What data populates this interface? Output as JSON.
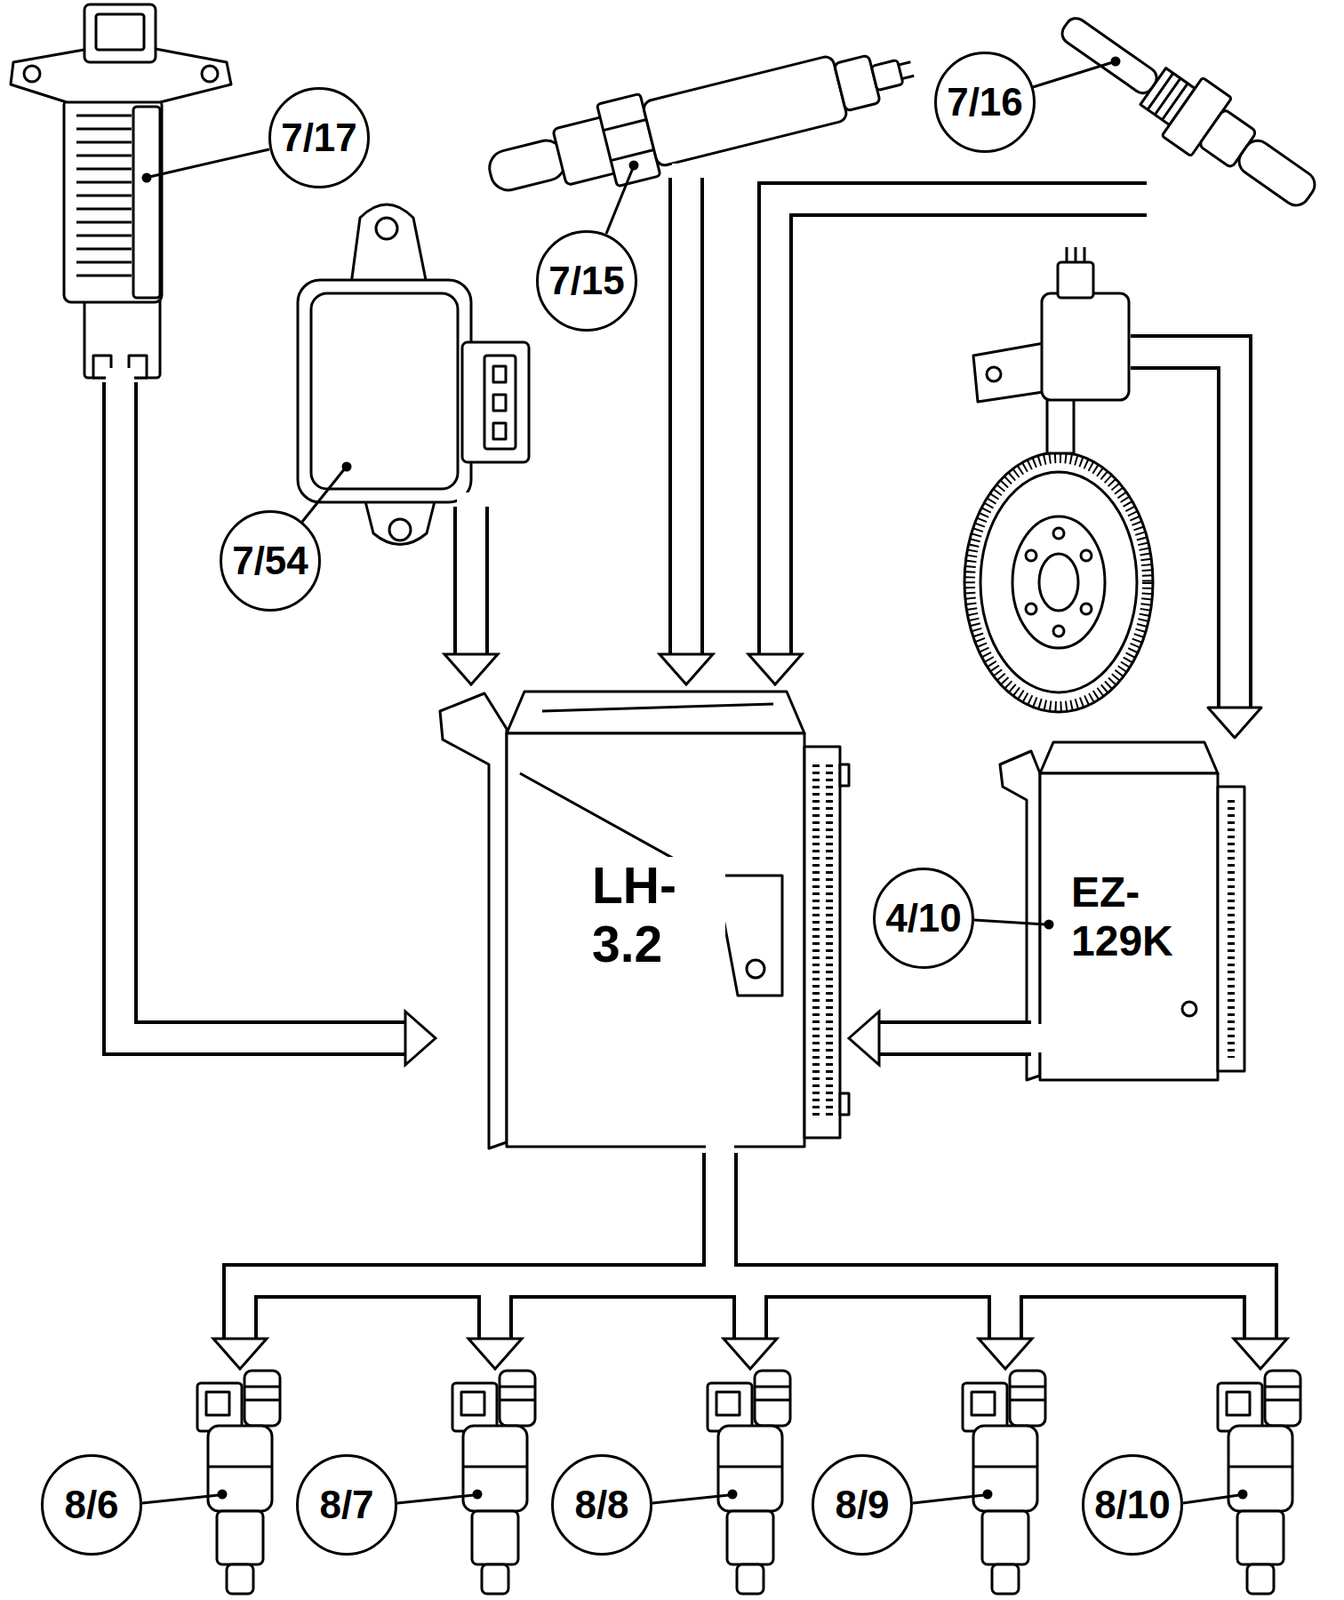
{
  "diagram": {
    "nodes": [
      {
        "text": [
          "7/17"
        ]
      },
      {
        "text": [
          "7/15"
        ]
      },
      {
        "text": [
          "7/16"
        ]
      },
      {
        "text": [
          "7/54"
        ]
      },
      {
        "text": [
          "LH- 3.2"
        ]
      },
      {
        "text": [
          "4/10",
          "EZ- 129K"
        ]
      },
      {
        "text": [
          "8/6"
        ]
      },
      {
        "text": [
          "8/7"
        ]
      },
      {
        "text": [
          "8/8"
        ]
      },
      {
        "text": [
          "8/9"
        ]
      },
      {
        "text": [
          "8/10"
        ]
      }
    ],
    "edges": [
      {
        "from": 0,
        "to": 4,
        "arrow": "to"
      },
      {
        "from": 3,
        "to": 4,
        "arrow": "to"
      },
      {
        "from": 1,
        "to": 4,
        "arrow": "to"
      },
      {
        "from": 2,
        "to": 4,
        "arrow": "to"
      },
      {
        "from": 5,
        "to": 4,
        "arrow": "to"
      },
      {
        "from": 4,
        "to": 6,
        "arrow": "to"
      },
      {
        "from": 4,
        "to": 7,
        "arrow": "to"
      },
      {
        "from": 4,
        "to": 8,
        "arrow": "to"
      },
      {
        "from": 4,
        "to": 9,
        "arrow": "to"
      },
      {
        "from": 4,
        "to": 10,
        "arrow": "to"
      }
    ]
  }
}
